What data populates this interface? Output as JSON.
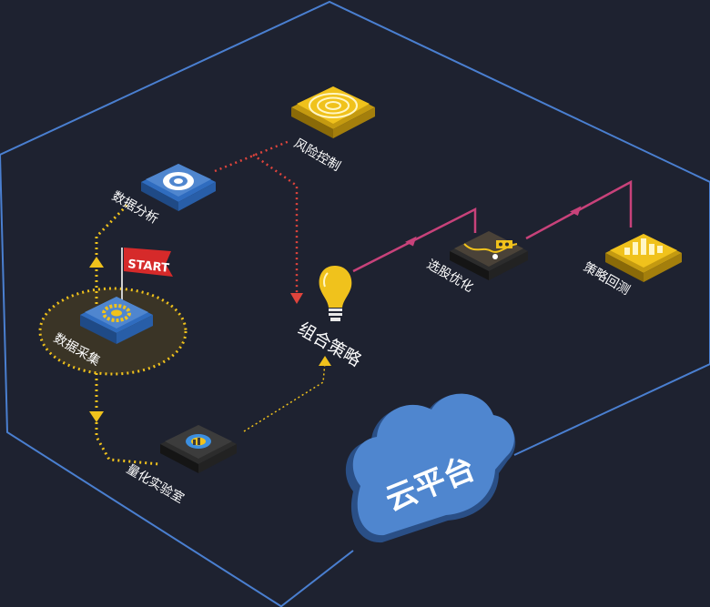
{
  "nodes": {
    "fengxian": "风险控制",
    "shuju_fenxi": "数据分析",
    "shuju_caiji": "数据采集",
    "lianghua": "量化实验室",
    "zuhe": "组合策略",
    "xuangu": "选股优化",
    "celue_huice": "策略回测"
  },
  "start_flag": "START",
  "cloud": "云平台",
  "colors": {
    "background": "#1e2230",
    "hexagon": "#4a7fd0",
    "gold": "#f0c21c",
    "red_dotted": "#e0443c",
    "magenta": "#c8427a",
    "cloud": "#4f86cf"
  }
}
